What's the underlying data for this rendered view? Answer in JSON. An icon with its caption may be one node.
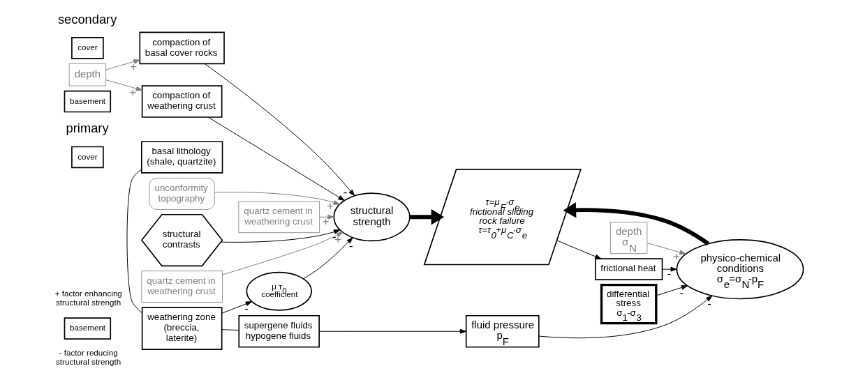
{
  "diagram": {
    "nodes": [
      {
        "text": [
          "depth"
        ]
      },
      {
        "text": [
          "cover"
        ]
      },
      {
        "text": [
          "compaction of basal cover rocks"
        ]
      },
      {
        "text": [
          "basement"
        ]
      },
      {
        "text": [
          "compaction of weathering crust"
        ]
      },
      {
        "text": [
          "quartz cement in weathering crust"
        ]
      },
      {
        "text": [
          "structural strength"
        ]
      },
      {
        "text": [
          "cover"
        ]
      },
      {
        "text": [
          "basal lithology (shale, quartzite)"
        ]
      },
      {
        "text": [
          "unconformity topography"
        ]
      },
      {
        "text": [
          "structural contrasts"
        ]
      },
      {
        "text": [
          "basement"
        ]
      },
      {
        "text": [
          "weathering zone (breccia, laterite)"
        ]
      },
      {
        "text": [
          "quartz cement in weathering crust"
        ]
      },
      {
        "text": [
          "μ τ$_{0}$",
          "coefficient"
        ]
      },
      {
        "text": [
          "τ=μ$_{F}$·σ$_{e}$",
          "frictional sliding",
          "rock failure",
          "τ=τ$_{0}$+μ$_{C}$·σ$_{e}$"
        ]
      },
      {
        "text": [
          "frictional heat"
        ]
      },
      {
        "text": [
          "depth",
          "σ$_{N}$"
        ]
      },
      {
        "text": [
          "physico-chemical conditions",
          "σ$_{e}$=σ$_{N}$-p$_{F}$"
        ]
      },
      {
        "text": [
          "differential stress",
          "σ$_{1}$-σ$_{3}$"
        ]
      },
      {
        "text": [
          "fluid pressure",
          "p$_{F}$"
        ]
      },
      {
        "text": [
          "supergene fluids hypogene fluids"
        ]
      }
    ],
    "edges": [
      {
        "from": 0,
        "to": 2,
        "arrow": "to",
        "label": "+",
        "color": "#808080"
      },
      {
        "from": 0,
        "to": 4,
        "arrow": "to",
        "label": "+",
        "color": "#808080"
      },
      {
        "from": 2,
        "to": 6,
        "arrow": "to",
        "label": "-"
      },
      {
        "from": 4,
        "to": 6,
        "arrow": "to"
      },
      {
        "from": 5,
        "to": 6,
        "arrow": "to",
        "label": "+",
        "color": "#808080"
      },
      {
        "from": 9,
        "to": 6,
        "arrow": "to",
        "label": "+",
        "color": "#808080"
      },
      {
        "from": 10,
        "to": 6,
        "arrow": "to",
        "label": "-"
      },
      {
        "from": 8,
        "to": 12,
        "arrow": "none"
      },
      {
        "from": 13,
        "to": 6,
        "arrow": "to",
        "label": "+",
        "color": "#808080"
      },
      {
        "from": 12,
        "to": 14,
        "arrow": "to",
        "label": "-"
      },
      {
        "from": 12,
        "to": 21,
        "arrow": "none"
      },
      {
        "from": 14,
        "to": 6,
        "arrow": "to",
        "label": "-"
      },
      {
        "from": 6,
        "to": 15,
        "arrow": "to",
        "style": "thick"
      },
      {
        "from": 18,
        "to": 15,
        "arrow": "to",
        "style": "thick"
      },
      {
        "from": 15,
        "to": 16,
        "arrow": "to"
      },
      {
        "from": 16,
        "to": 18,
        "arrow": "to",
        "label": "-"
      },
      {
        "from": 17,
        "to": 18,
        "arrow": "to",
        "label": "+",
        "color": "#808080"
      },
      {
        "from": 19,
        "to": 18,
        "arrow": "to",
        "label": "-"
      },
      {
        "from": 20,
        "to": 18,
        "arrow": "to",
        "label": "-"
      },
      {
        "from": 21,
        "to": 20,
        "arrow": "to"
      }
    ],
    "labels": [
      "secondary",
      "primary",
      "- factor reducing structural strength",
      "+ factor enhancing structural strength"
    ]
  }
}
